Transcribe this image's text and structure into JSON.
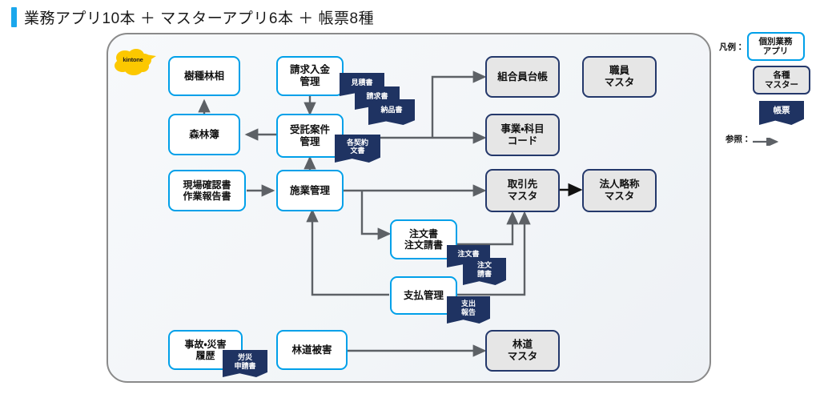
{
  "page": {
    "title": "業務アプリ10本 ＋ マスターアプリ6本 ＋ 帳票8種",
    "accent_color": "#1aa7ec",
    "app_border_color": "#00a0e9",
    "master_border_color": "#24386b",
    "master_fill_color": "#e6e6e6",
    "report_color": "#1f3362",
    "canvas_border_color": "#8a8a8a"
  },
  "brand": {
    "logo_label": "kintone",
    "logo_color": "#fcc800"
  },
  "apps": [
    {
      "id": "jushu",
      "label": "樹種林相"
    },
    {
      "id": "shinrinbo",
      "label": "森林簿"
    },
    {
      "id": "seikyu",
      "label": "請求入金\n管理",
      "line1": "請求入金",
      "line2": "管理"
    },
    {
      "id": "jutaku",
      "label": "受託案件\n管理",
      "line1": "受託案件",
      "line2": "管理"
    },
    {
      "id": "genba",
      "label": "現場確認書\n作業報告書",
      "line1": "現場確認書",
      "line2": "作業報告書"
    },
    {
      "id": "segyo",
      "label": "施業管理"
    },
    {
      "id": "chumon",
      "label": "注文書\n注文請書",
      "line1": "注文書",
      "line2": "注文請書"
    },
    {
      "id": "shiharai",
      "label": "支払管理"
    },
    {
      "id": "jiko",
      "label": "事故・災害\n履歴",
      "line1": "事故・災害",
      "line2": "履歴"
    },
    {
      "id": "rindo",
      "label": "林道被害"
    }
  ],
  "masters": [
    {
      "id": "kumiai",
      "line1": "組合員台帳",
      "line2": ""
    },
    {
      "id": "shokuin",
      "line1": "職員",
      "line2": "マスタ"
    },
    {
      "id": "jigyo",
      "line1": "事業・科目",
      "line2": "コード"
    },
    {
      "id": "torihiki",
      "line1": "取引先",
      "line2": "マスタ"
    },
    {
      "id": "hojin",
      "line1": "法人略称",
      "line2": "マスタ"
    },
    {
      "id": "rindom",
      "line1": "林道",
      "line2": "マスタ"
    }
  ],
  "reports": [
    {
      "id": "mitsumori",
      "line1": "見積書",
      "line2": ""
    },
    {
      "id": "seikyusho",
      "line1": "請求書",
      "line2": ""
    },
    {
      "id": "nohinsho",
      "line1": "納品書",
      "line2": ""
    },
    {
      "id": "keiyaku",
      "line1": "各契約",
      "line2": "文書"
    },
    {
      "id": "chumonsho",
      "line1": "注文書",
      "line2": ""
    },
    {
      "id": "chumonuke",
      "line1": "注文",
      "line2": "請書"
    },
    {
      "id": "shishutsu",
      "line1": "支出",
      "line2": "報告"
    },
    {
      "id": "rosai",
      "line1": "労災",
      "line2": "申請書"
    }
  ],
  "legend": {
    "heading": "凡例：",
    "app_line1": "個別業務",
    "app_line2": "アプリ",
    "master_line1": "各種",
    "master_line2": "マスター",
    "report_label": "帳票",
    "reference_label": "参照："
  }
}
